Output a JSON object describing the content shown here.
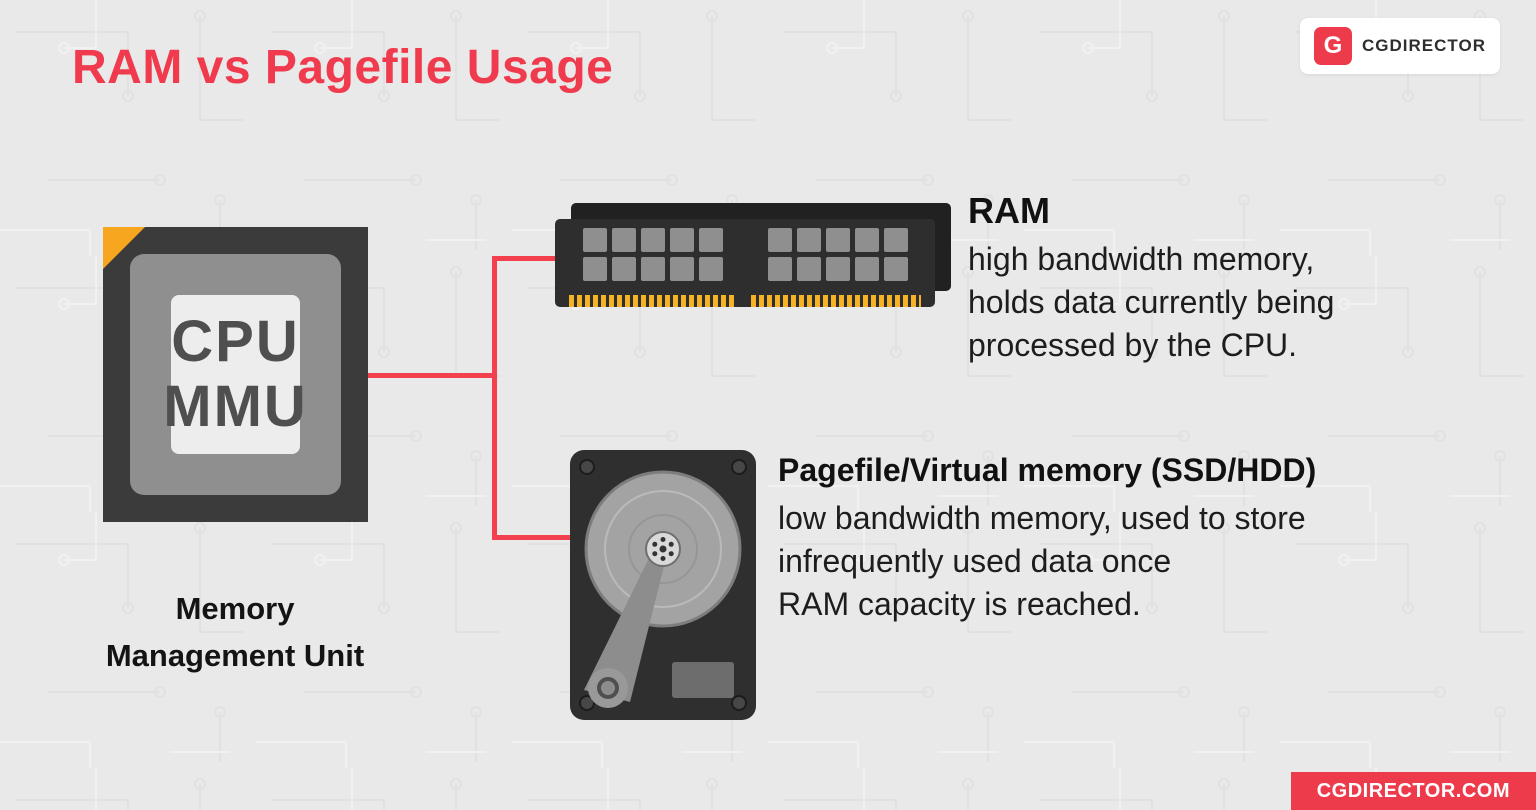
{
  "colors": {
    "accent_red": "#ee3b4c",
    "background": "#e9e9e9",
    "cpu_body": "#3b3b3b",
    "pin_gold": "#f5b226"
  },
  "header": {
    "title": "RAM vs Pagefile Usage",
    "logo_icon": "G",
    "logo_text": "CGDIRECTOR"
  },
  "cpu": {
    "line1": "CPU",
    "line2": "MMU",
    "caption_line1": "Memory",
    "caption_line2": "Management Unit"
  },
  "notes": {
    "ram": {
      "title": "RAM",
      "lines": [
        "high bandwidth memory,",
        "holds data currently being",
        "processed by the CPU."
      ]
    },
    "pagefile": {
      "title": "Pagefile/Virtual memory (SSD/HDD)",
      "lines": [
        "low bandwidth memory, used to store",
        "infrequently used data once",
        "RAM capacity is reached."
      ]
    }
  },
  "footer": {
    "site": "CGDIRECTOR.COM"
  }
}
